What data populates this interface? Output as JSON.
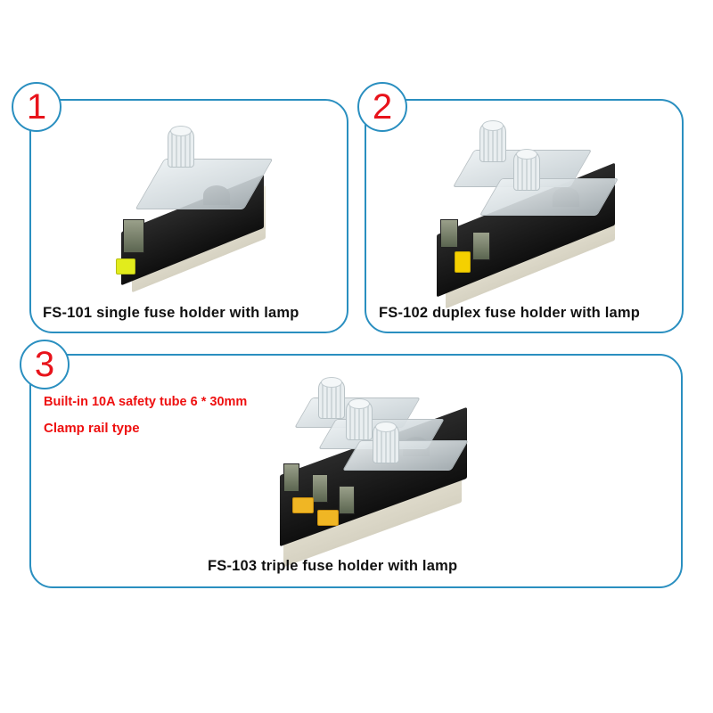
{
  "panels": [
    {
      "number": "1",
      "caption": "FS-101 single fuse holder with lamp",
      "product_image": "fuse-holder-single"
    },
    {
      "number": "2",
      "caption": "FS-102 duplex fuse holder with lamp",
      "product_image": "fuse-holder-duplex"
    },
    {
      "number": "3",
      "caption": "FS-103 triple fuse holder with lamp",
      "product_image": "fuse-holder-triple",
      "notes": [
        "Built-in 10A safety tube 6 * 30mm",
        "Clamp rail type"
      ]
    }
  ],
  "colors": {
    "border": "#2a8fc0",
    "number": "#e8131b",
    "note": "#ee1010",
    "caption": "#111111"
  }
}
